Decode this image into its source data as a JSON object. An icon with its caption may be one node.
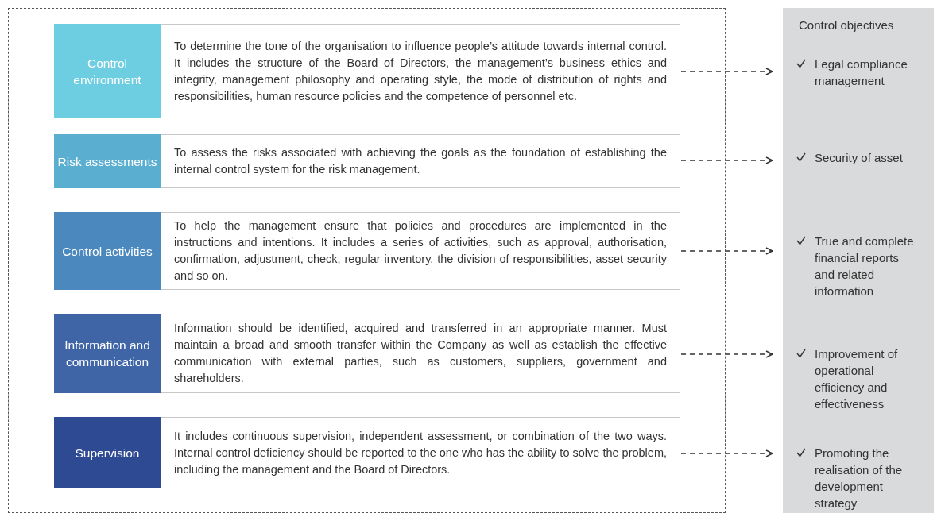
{
  "diagram": {
    "nodes": [
      {
        "text": [],
        "shape": "box"
      },
      {
        "text": [
          "Control environment"
        ],
        "in": 0
      },
      {
        "text": [
          "To determine the tone of the organisation to influence people’s attitude towards internal control. It includes the structure of the Board of Directors, the management’s business ethics and integrity, management philosophy and operating style, the mode of distribution of rights and responsibilities, human resource policies and the competence of personnel etc."
        ],
        "in": 0
      },
      {
        "text": [
          "Risk assessments"
        ],
        "in": 0
      },
      {
        "text": [
          "To assess the risks associated with achieving the goals as the foundation of establishing the internal control system for the risk management."
        ],
        "in": 0
      },
      {
        "text": [
          "Control activities"
        ],
        "in": 0
      },
      {
        "text": [
          "To help the management ensure that policies and procedures are implemented in the instructions and intentions. It includes a series of activities, such as approval, authorisation, confirmation, adjustment, check, regular inventory, the division of responsibilities, asset security and so on."
        ],
        "in": 0
      },
      {
        "text": [
          "Information and communication"
        ],
        "in": 0
      },
      {
        "text": [
          "Information should be identified, acquired and transferred in an appropriate manner. Must maintain a broad and smooth transfer within the Company as well as establish the effective communication with external parties, such as customers, suppliers, government and shareholders."
        ],
        "in": 0
      },
      {
        "text": [
          "Supervision"
        ],
        "in": 0
      },
      {
        "text": [
          "It includes continuous supervision, independent assessment, or combination of the two ways. Internal control deficiency should be reported to the one who has the ability to solve the problem, including the management and the Board of Directors."
        ],
        "in": 0
      },
      {
        "text": [
          "Control objectives"
        ]
      },
      {
        "text": [
          "Legal compliance management"
        ],
        "in": 11
      },
      {
        "text": [
          "Security of asset"
        ],
        "in": 11
      },
      {
        "text": [
          "True and complete financial reports and related information"
        ],
        "in": 11
      },
      {
        "text": [
          "Improvement of operational efficiency and effectiveness"
        ],
        "in": 11
      },
      {
        "text": [
          "Promoting the realisation of the development strategy"
        ],
        "in": 11
      }
    ],
    "edges": [
      {
        "from": 2,
        "to": 12,
        "arrow": "to",
        "style": "dashed"
      },
      {
        "from": 4,
        "to": 13,
        "arrow": "to",
        "style": "dashed"
      },
      {
        "from": 6,
        "to": 14,
        "arrow": "to",
        "style": "dashed"
      },
      {
        "from": 8,
        "to": 15,
        "arrow": "to",
        "style": "dashed"
      },
      {
        "from": 10,
        "to": 16,
        "arrow": "to",
        "style": "dashed"
      }
    ]
  }
}
